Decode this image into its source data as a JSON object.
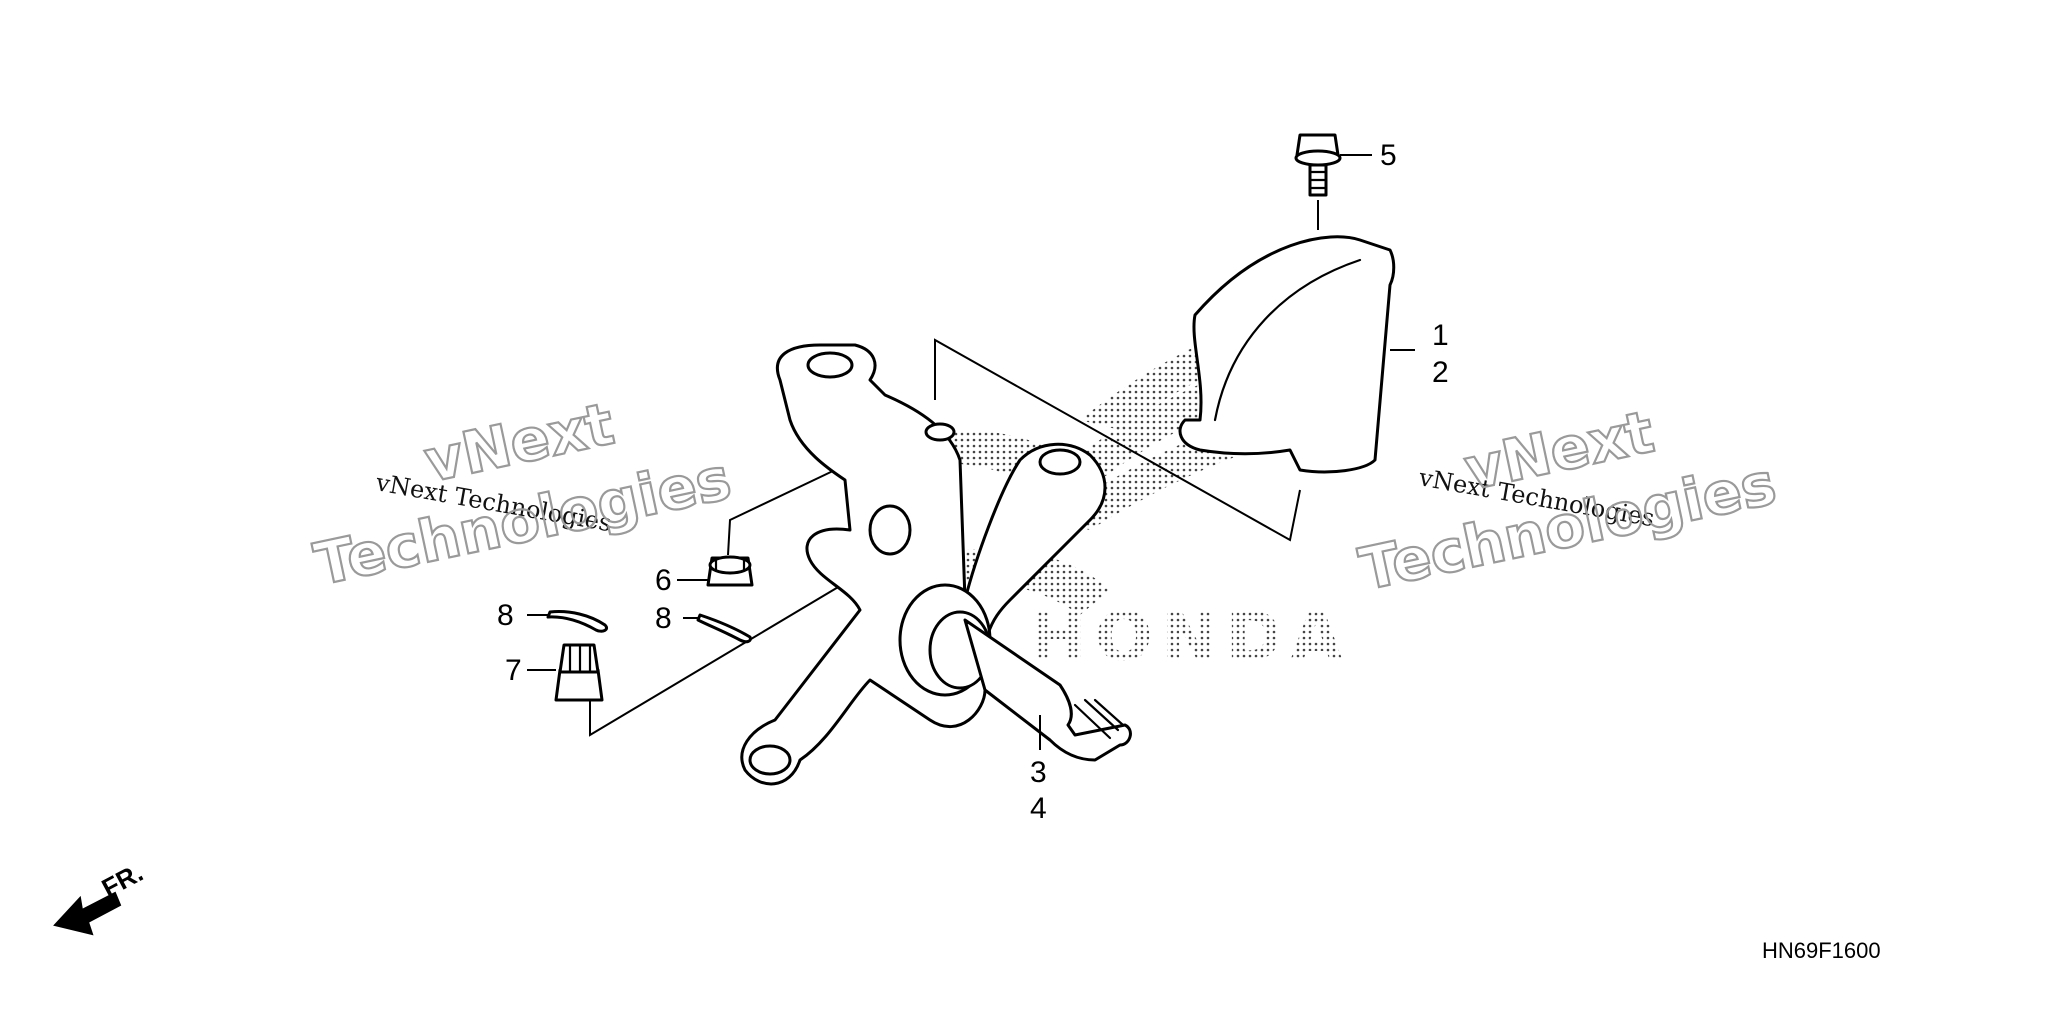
{
  "watermark": {
    "line_small": "vNext Technologies",
    "line_big_1": "vNext",
    "line_big_2": "Technologies"
  },
  "logo_text": "HONDA",
  "callouts": {
    "c1": "1",
    "c2": "2",
    "c3": "3",
    "c4": "4",
    "c5": "5",
    "c6": "6",
    "c7": "7",
    "c8a": "8",
    "c8b": "8"
  },
  "direction_label": "FR.",
  "diagram_code": "HN69F1600",
  "colors": {
    "ink": "#000000",
    "watermark": "#9a9a9a",
    "background": "#ffffff"
  }
}
